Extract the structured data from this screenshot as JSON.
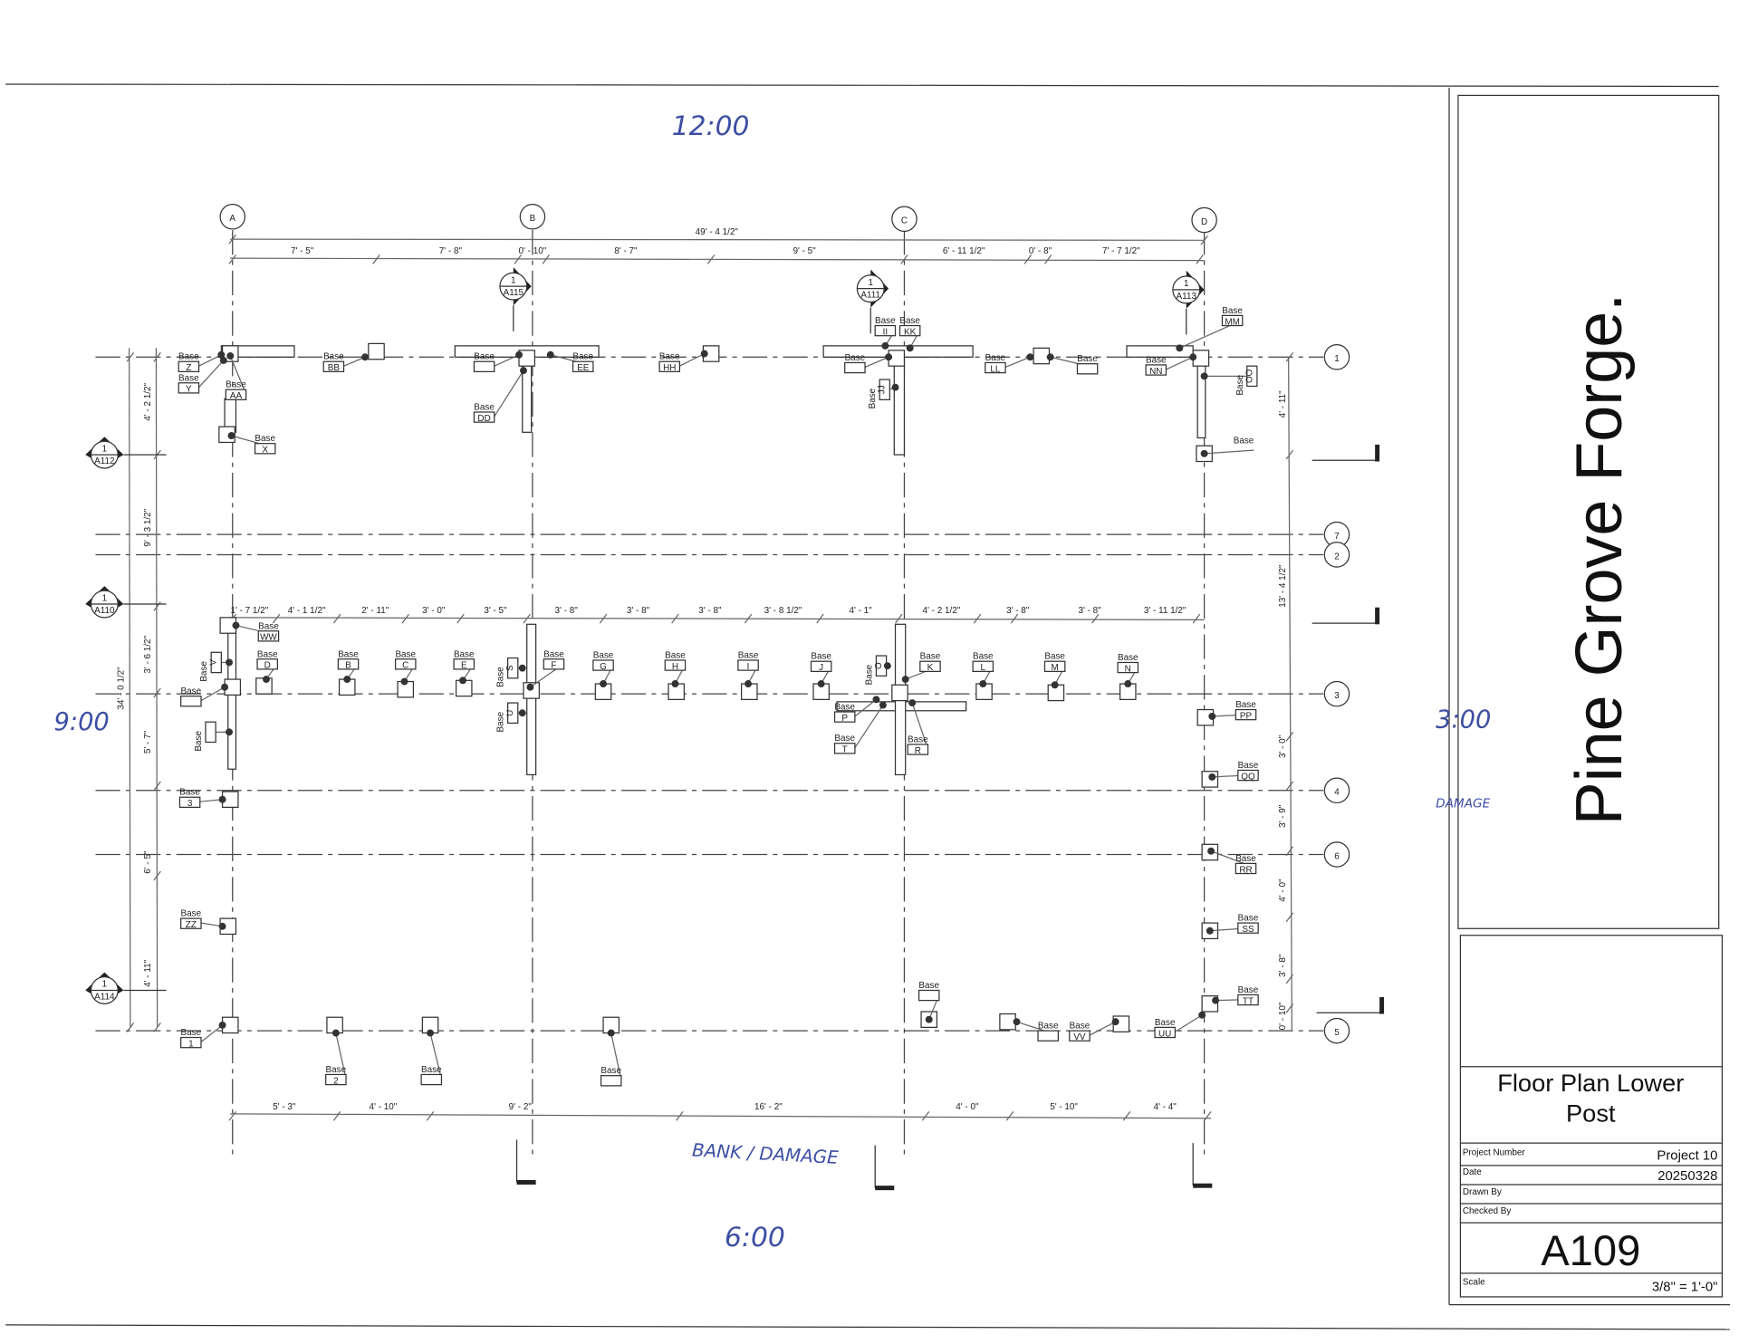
{
  "title_block": {
    "project_name": "Pine Grove Forge.",
    "sheet_title_line1": "Floor Plan Lower",
    "sheet_title_line2": "Post",
    "project_number_label": "Project Number",
    "project_number": "Project 10",
    "date_label": "Date",
    "date": "20250328",
    "drawn_by_label": "Drawn By",
    "checked_by_label": "Checked By",
    "sheet_number": "A109",
    "scale_label": "Scale",
    "scale": "3/8\" = 1'-0\""
  },
  "grid_columns": [
    "A",
    "B",
    "C",
    "D"
  ],
  "grid_rows": [
    "1",
    "7",
    "2",
    "3",
    "4",
    "6",
    "5"
  ],
  "dimensions": {
    "top_overall": "49' - 4 1/2\"",
    "top_segments": [
      "7' - 5\"",
      "7' - 8\"",
      "0' - 10\"",
      "8' - 7\"",
      "9' - 5\"",
      "6' - 11 1/2\"",
      "0' - 8\"",
      "7' - 7 1/2\""
    ],
    "middle_segments": [
      "1' - 7 1/2\"",
      "4' - 1 1/2\"",
      "2' - 11\"",
      "3' - 0\"",
      "3' - 5\"",
      "3' - 8\"",
      "3' - 8\"",
      "3' - 8\"",
      "3' - 8 1/2\"",
      "4' - 1\"",
      "4' - 2 1/2\"",
      "3' - 8\"",
      "3' - 8\"",
      "3' - 11 1/2\""
    ],
    "bottom_segments": [
      "5' - 3\"",
      "4' - 10\"",
      "9' - 2\"",
      "16' - 2\"",
      "4' - 0\"",
      "5' - 10\"",
      "4' - 4\""
    ],
    "left_overall": "34' - 0 1/2\"",
    "left_segments": [
      "4' - 2 1/2\"",
      "9' - 3 1/2\"",
      "3' - 6 1/2\"",
      "5' - 7\"",
      "6' - 5\"",
      "4' - 11\""
    ],
    "right_segments": [
      "4' - 11\"",
      "13' - 4 1/2\"",
      "3' - 0\"",
      "3' - 9\"",
      "4' - 0\"",
      "3' - 8\"",
      "0' - 10\""
    ]
  },
  "section_markers": [
    {
      "num": "1",
      "sheet": "A115"
    },
    {
      "num": "1",
      "sheet": "A111"
    },
    {
      "num": "1",
      "sheet": "A113"
    },
    {
      "num": "1",
      "sheet": "A112"
    },
    {
      "num": "1",
      "sheet": "A110"
    },
    {
      "num": "1",
      "sheet": "A114"
    }
  ],
  "post_tag_label": "Base",
  "post_tags": [
    "Z",
    "Y",
    "AA",
    "X",
    "BB",
    "DD",
    "",
    "EE",
    "HH",
    "II",
    "KK",
    "",
    "JJ",
    "LL",
    "",
    "NN",
    "MM",
    "OO",
    "",
    "WW",
    "V",
    "D",
    "",
    "",
    "B",
    "C",
    "E",
    "S",
    "U",
    "F",
    "G",
    "H",
    "I",
    "J",
    "O",
    "K",
    "L",
    "M",
    "N",
    "P",
    "T",
    "R",
    "PP",
    "3",
    "QQ",
    "RR",
    "ZZ",
    "SS",
    "1",
    "2",
    "",
    "",
    "",
    "",
    "VV",
    "UU",
    "TT"
  ],
  "handwritten_notes": {
    "top": "12:00",
    "left": "9:00",
    "right": "3:00",
    "right_note": "DAMAGE",
    "bottom_note": "BANK / DAMAGE",
    "bottom": "6:00"
  }
}
